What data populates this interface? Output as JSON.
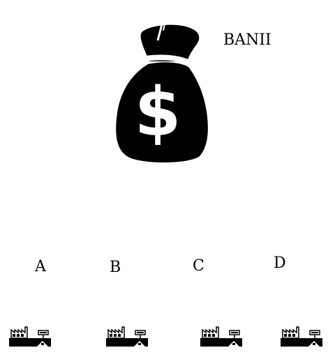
{
  "bag": {
    "label": "BANII",
    "icon": "money-bag-icon",
    "symbol": "$",
    "color": "#000000"
  },
  "factories": [
    {
      "label": "A",
      "icon": "factory-icon"
    },
    {
      "label": "B",
      "icon": "factory-icon"
    },
    {
      "label": "C",
      "icon": "factory-icon"
    },
    {
      "label": "D",
      "icon": "factory-icon"
    }
  ]
}
